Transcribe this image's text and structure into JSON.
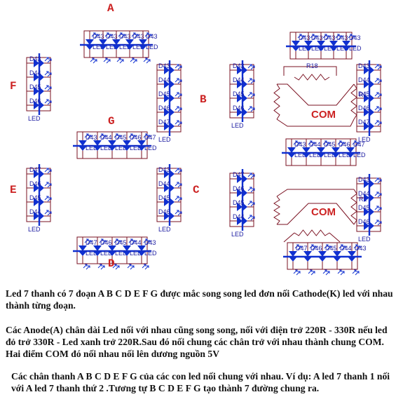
{
  "diagram": {
    "segments": {
      "A": {
        "letter": "A",
        "refs": [
          "D43",
          "D43",
          "D43",
          "D43",
          "D43"
        ],
        "led": "LED"
      },
      "B": {
        "letter": "B",
        "refs": [
          "D43",
          "D44",
          "D45",
          "D46",
          "D47"
        ],
        "led": "LED"
      },
      "C": {
        "letter": "C",
        "refs": [
          "D43",
          "D44",
          "D45",
          "D46",
          "D47"
        ],
        "led": "LED"
      },
      "D": {
        "letter": "D",
        "refs": [
          "D47",
          "D46",
          "D45",
          "D44",
          "D43"
        ],
        "led": "LED"
      },
      "E": {
        "letter": "E",
        "refs": [
          "D47",
          "D46",
          "D45",
          "D44",
          "D43"
        ],
        "led": "LED"
      },
      "F": {
        "letter": "F",
        "refs": [
          "D43",
          "D44",
          "D45",
          "D46",
          "D47"
        ],
        "led": "LED"
      },
      "G": {
        "letter": "G",
        "refs": [
          "D43",
          "D44",
          "D45",
          "D46",
          "D47"
        ],
        "led": "LED"
      }
    },
    "com_label": "COM",
    "resistor_label": "R18",
    "resistor_label_short": "R1",
    "colors": {
      "wire": "#7a1020",
      "led": "#1030d0",
      "text": "#1a1aa0",
      "letter": "#cc2222"
    }
  },
  "text": {
    "p1": "Led 7 thanh có 7 đoạn A B C D E F G được mắc song song led đơn nối Cathode(K) led với nhau thành từng đoạn.",
    "p2": "Các Anode(A) chân dài Led nối với nhau cũng song song, nối với điện trở 220R - 330R nếu led đỏ trở 330R - Led xanh trở 220R.Sau đó nối chung các chân trở với nhau thành chung COM. Hai điểm COM đó nối nhau nối lên dương nguồn 5V",
    "p3": "Các chân thanh A B C D E F G của các con led nối chung với nhau. Ví dụ: A led 7 thanh 1 nối với A led 7 thanh thứ 2 .Tương tự B C D E F G tạo thành 7 đường chung ra."
  }
}
